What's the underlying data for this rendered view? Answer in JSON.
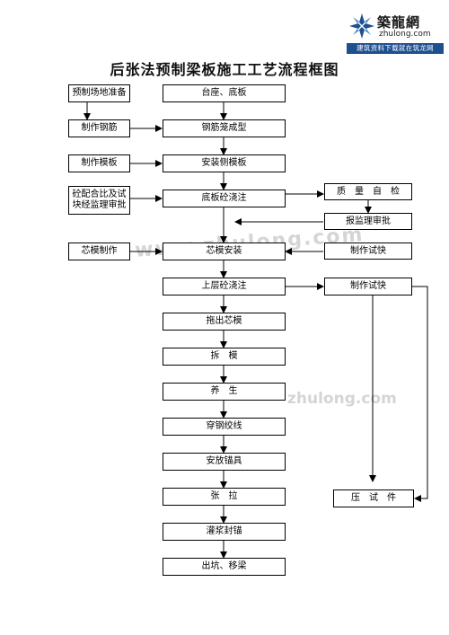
{
  "logo": {
    "brand": "築龍網",
    "site": "zhulong.com",
    "banner": "建筑资料下载就在筑龙网",
    "icon": "snowflake-star-logo",
    "color": "#1e4f8f"
  },
  "title": "后张法预制梁板施工工艺流程框图",
  "watermarks": [
    "www.zhulong.com",
    "zhulong.com"
  ],
  "main_steps": [
    "台座、底板",
    "钢筋笼成型",
    "安装侧模板",
    "底板砼浇注",
    "芯模安装",
    "上层砼浇注",
    "拖出芯模",
    "拆　模",
    "养　生",
    "穿钢绞线",
    "安放锚具",
    "张　拉",
    "灌浆封锚",
    "出坑、移梁"
  ],
  "left_steps": [
    "预制场地准备",
    "制作钢筋",
    "制作模板",
    "砼配合比及试块经监理审批",
    "芯模制作"
  ],
  "right_steps": [
    "质　量　自　检",
    "报监理审批",
    "制作试快",
    "制作试快",
    "压　试　件"
  ]
}
